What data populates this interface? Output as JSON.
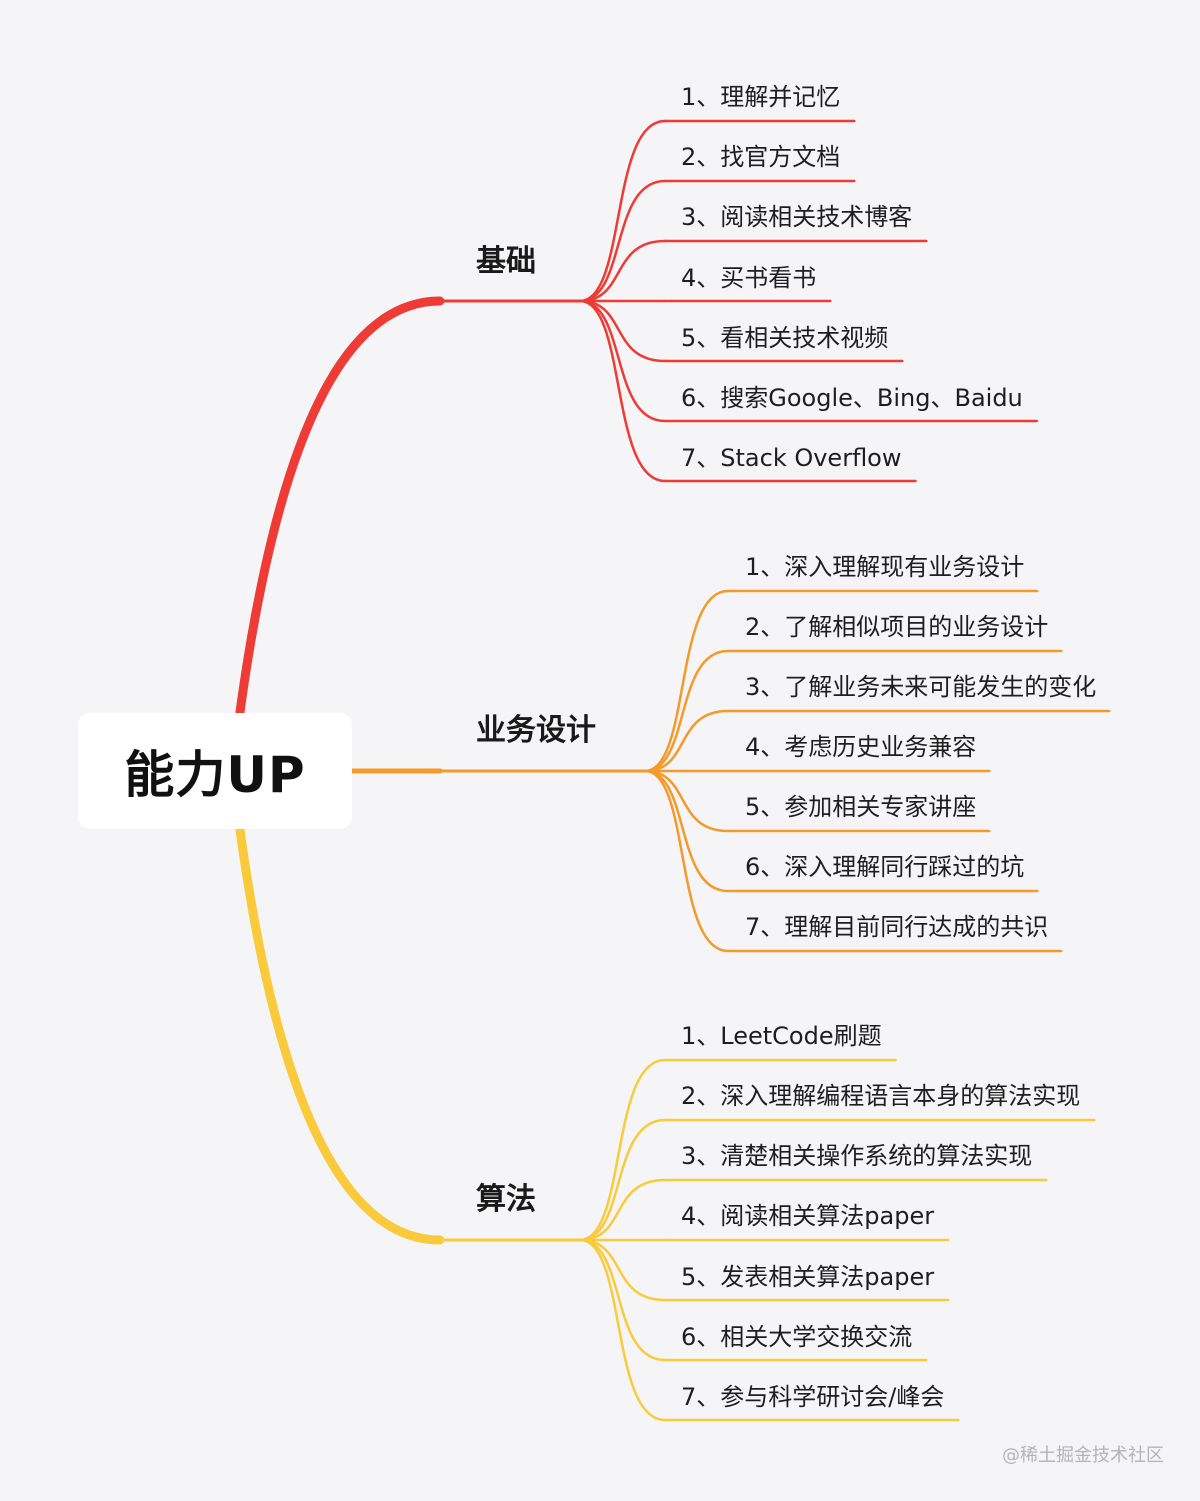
{
  "root": {
    "label": "能力UP"
  },
  "branches": [
    {
      "label": "基础",
      "color": "#ee3b35",
      "items": [
        "1、理解并记忆",
        "2、找官方文档",
        "3、阅读相关技术博客",
        "4、买书看书",
        "5、看相关技术视频",
        "6、搜索Google、Bing、Baidu",
        "7、Stack Overflow"
      ]
    },
    {
      "label": "业务设计",
      "color": "#f39a2a",
      "items": [
        "1、深入理解现有业务设计",
        "2、了解相似项目的业务设计",
        "3、了解业务未来可能发生的变化",
        "4、考虑历史业务兼容",
        "5、参加相关专家讲座",
        "6、深入理解同行踩过的坑",
        "7、理解目前同行达成的共识"
      ]
    },
    {
      "label": "算法",
      "color": "#f9cb3c",
      "items": [
        "1、LeetCode刷题",
        "2、深入理解编程语言本身的算法实现",
        "3、清楚相关操作系统的算法实现",
        "4、阅读相关算法paper",
        "5、发表相关算法paper",
        "6、相关大学交换交流",
        "7、参与科学研讨会/峰会"
      ]
    }
  ],
  "watermark": "@稀土掘金技术社区"
}
